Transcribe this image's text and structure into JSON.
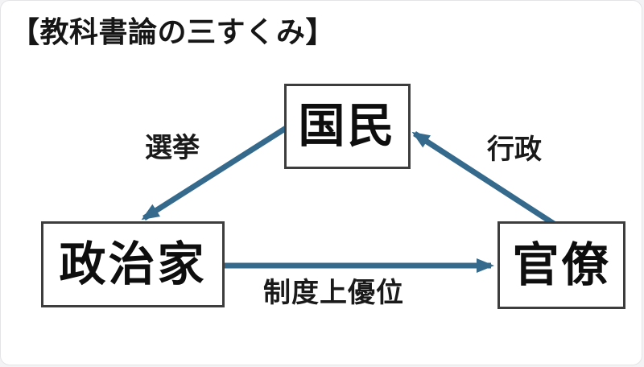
{
  "title": "【教科書論の三すくみ】",
  "colors": {
    "arrow": "#356a8d",
    "box_border": "#3d3d3d",
    "text": "#141414"
  },
  "diagram": {
    "nodes": [
      {
        "id": "kokumin",
        "label": "国民"
      },
      {
        "id": "seijika",
        "label": "政治家"
      },
      {
        "id": "kanryo",
        "label": "官僚"
      }
    ],
    "edges": [
      {
        "from": "国民",
        "to": "政治家",
        "label": "選挙"
      },
      {
        "from": "官僚",
        "to": "国民",
        "label": "行政"
      },
      {
        "from": "政治家",
        "to": "官僚",
        "label": "制度上優位"
      }
    ]
  }
}
